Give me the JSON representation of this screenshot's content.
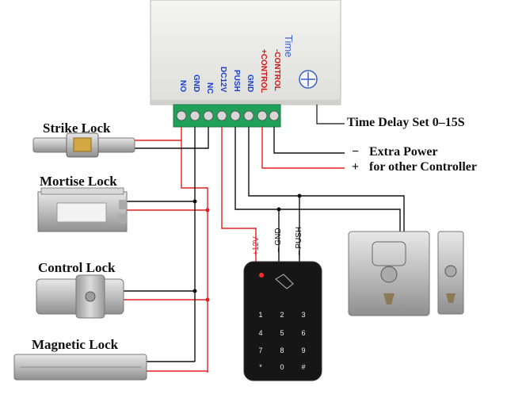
{
  "controller": {
    "time_label": "Time",
    "terminals_blue": [
      "NO",
      "GND",
      "NC",
      "DC12V",
      "PUSH",
      "GND"
    ],
    "terminals_red": [
      "+CONTROL",
      "-CONTROL"
    ]
  },
  "locks": {
    "strike": "Strike Lock",
    "mortise": "Mortise Lock",
    "control": "Control Lock",
    "magnetic": "Magnetic Lock"
  },
  "annotations": {
    "time_delay": "Time Delay Set 0–15S",
    "minus": "−",
    "plus": "+",
    "extra_power": "Extra Power",
    "other_controller": "for other Controller"
  },
  "keypad": {
    "wire_12v": "+12V",
    "wire_gnd": "– GND",
    "wire_push": "– PUSH",
    "keys": [
      "1",
      "2",
      "3",
      "4",
      "5",
      "6",
      "7",
      "8",
      "9",
      "*",
      "0",
      "#"
    ]
  },
  "colors": {
    "wire_red": "#e02020",
    "wire_black": "#111111",
    "terminal_green": "#1fa15a",
    "label_blue": "#1a3fd0",
    "label_red": "#d01818"
  }
}
